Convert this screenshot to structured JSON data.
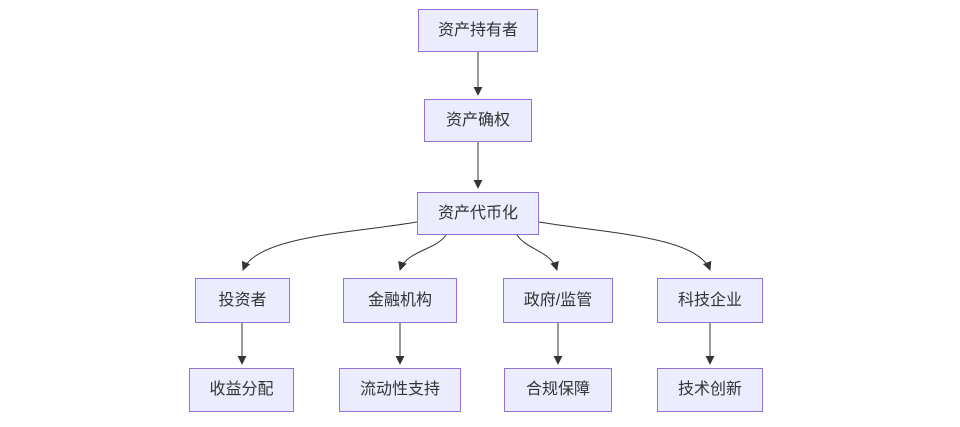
{
  "diagram": {
    "type": "flowchart",
    "direction": "top-down",
    "colors": {
      "background": "#FFFFFF",
      "node_fill": "#ECECFF",
      "node_border": "#9370DB",
      "node_text": "#333333",
      "edge_line": "#333333"
    },
    "nodes": [
      {
        "id": "asset-holder",
        "label": "资产持有者"
      },
      {
        "id": "asset-confirmation",
        "label": "资产确权"
      },
      {
        "id": "asset-tokenization",
        "label": "资产代币化"
      },
      {
        "id": "investors",
        "label": "投资者"
      },
      {
        "id": "financial-institutions",
        "label": "金融机构"
      },
      {
        "id": "government-regulation",
        "label": "政府/监管"
      },
      {
        "id": "tech-enterprises",
        "label": "科技企业"
      },
      {
        "id": "revenue-distribution",
        "label": "收益分配"
      },
      {
        "id": "liquidity-support",
        "label": "流动性支持"
      },
      {
        "id": "compliance-guarantee",
        "label": "合规保障"
      },
      {
        "id": "tech-innovation",
        "label": "技术创新"
      }
    ],
    "edges": [
      {
        "from": "资产持有者",
        "to": "资产确权"
      },
      {
        "from": "资产确权",
        "to": "资产代币化"
      },
      {
        "from": "资产代币化",
        "to": "投资者"
      },
      {
        "from": "资产代币化",
        "to": "金融机构"
      },
      {
        "from": "资产代币化",
        "to": "政府/监管"
      },
      {
        "from": "资产代币化",
        "to": "科技企业"
      },
      {
        "from": "投资者",
        "to": "收益分配"
      },
      {
        "from": "金融机构",
        "to": "流动性支持"
      },
      {
        "from": "政府/监管",
        "to": "合规保障"
      },
      {
        "from": "科技企业",
        "to": "技术创新"
      }
    ]
  }
}
